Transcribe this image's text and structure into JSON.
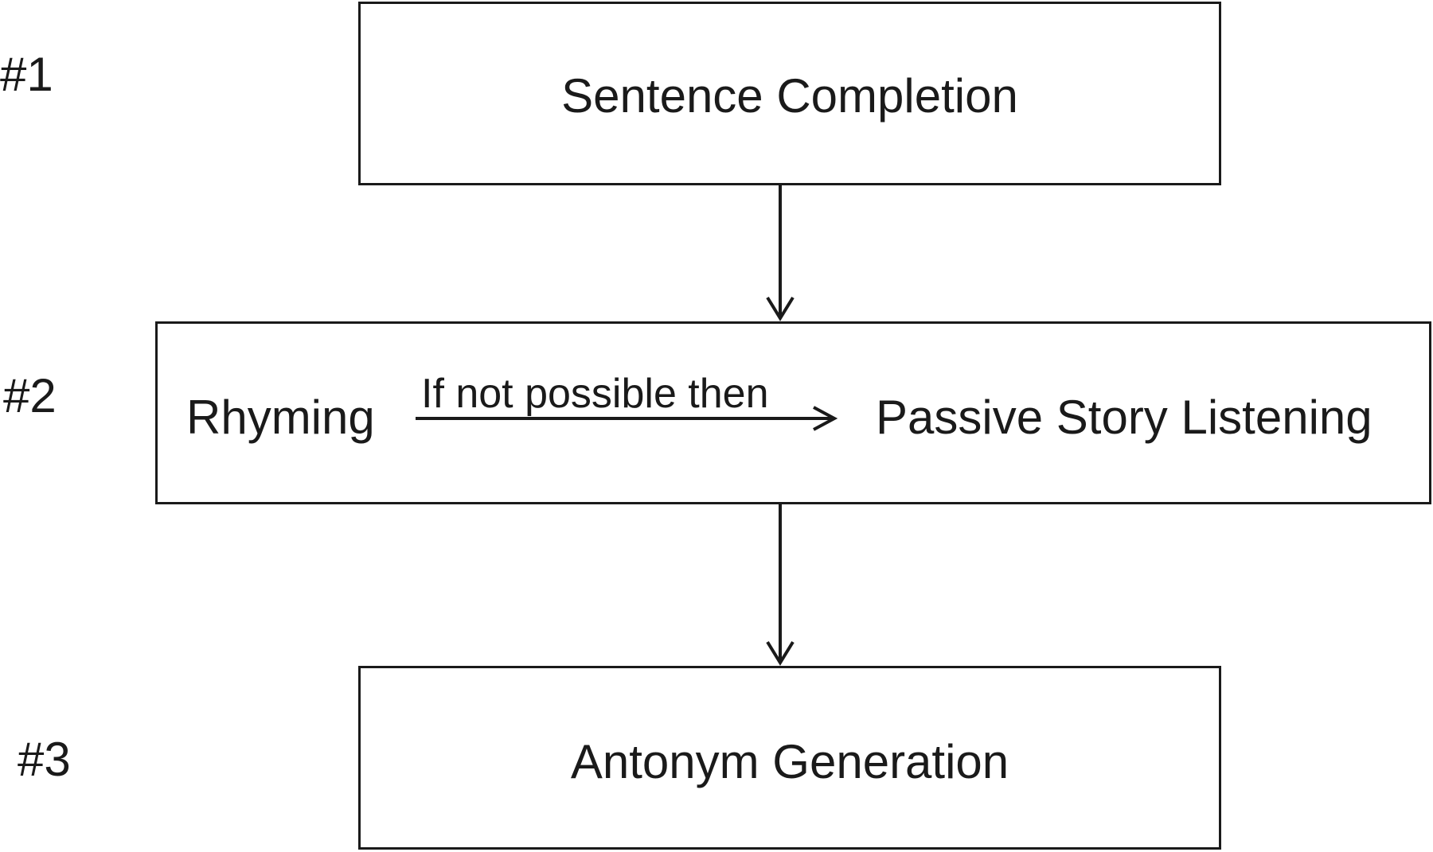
{
  "steps": [
    {
      "number": "#1",
      "activity": "Sentence Completion"
    },
    {
      "number": "#2",
      "primary": "Rhyming",
      "fallback_label": "If not possible then",
      "alternative": "Passive Story Listening"
    },
    {
      "number": "#3",
      "activity": "Antonym Generation"
    }
  ],
  "colors": {
    "line": "#1a1a1a",
    "background": "#ffffff"
  }
}
